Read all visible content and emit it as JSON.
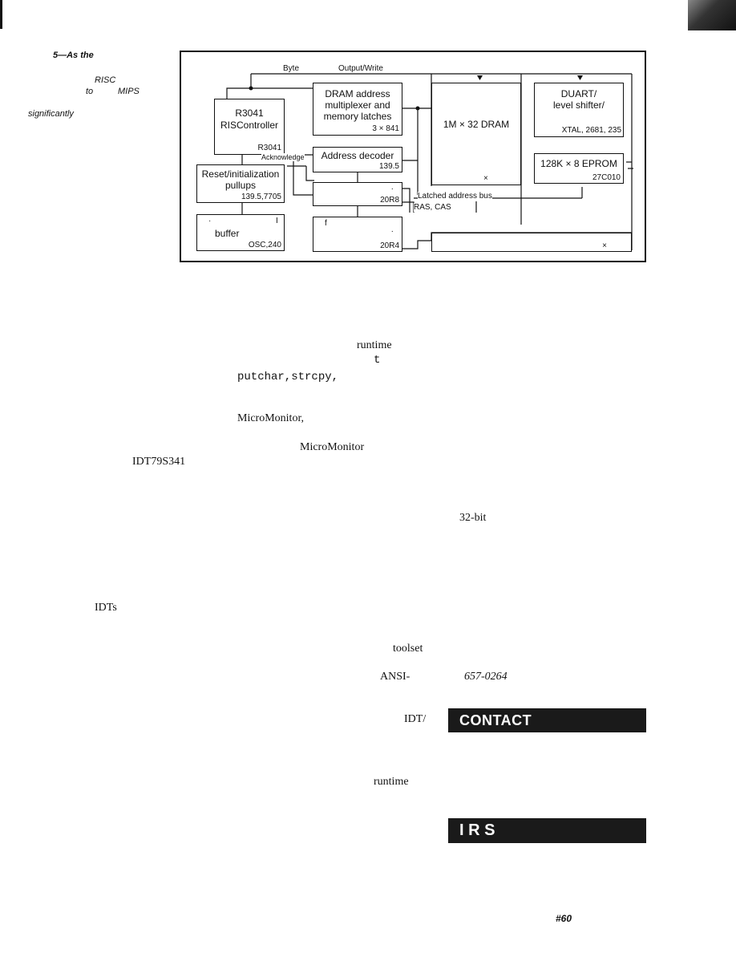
{
  "caption": {
    "line1": "5—As the",
    "line2": "RISC",
    "line3a": "to",
    "line3b": "MIPS",
    "line4": "significantly"
  },
  "diagram": {
    "top_labels": {
      "byte": "Byte",
      "output_write": "Output/Write"
    },
    "blocks": {
      "r3041": {
        "line1": "R3041",
        "line2": "RISController",
        "part": "R3041"
      },
      "dram_mux": {
        "line1": "DRAM address",
        "line2": "multiplexer and",
        "line3": "memory latches",
        "part": "3 × 841"
      },
      "dram": {
        "label": "1M × 32 DRAM",
        "part": "×"
      },
      "duart": {
        "line1": "DUART/",
        "line2": "level shifter/",
        "part": "XTAL, 2681, 235"
      },
      "addr_dec": {
        "label": "Address decoder",
        "part": "139.5"
      },
      "eprom": {
        "label": "128K × 8 EPROM",
        "part": "27C010"
      },
      "reset": {
        "line1": "Reset/initialization",
        "line2": "pullups",
        "part": "139.5,7705"
      },
      "pal1": {
        "part": "20R8",
        "mark": "·"
      },
      "pal2": {
        "part": "20R4",
        "mark": "·",
        "text": "f"
      },
      "buffer": {
        "label": "buffer",
        "part": "OSC,240",
        "mark1": "·",
        "mark2": "I"
      },
      "bottom_right": {
        "part": "×"
      }
    },
    "signals": {
      "acknowledge": "Acknowledge",
      "latched_bus": "Latched address bus",
      "ras_cas": "RAS, CAS"
    }
  },
  "body_fragments": {
    "runtime1": "runtime",
    "t": "t",
    "funcs": "putchar,strcpy,",
    "micromonitor1": "MicroMonitor,",
    "micromonitor2": "MicroMonitor",
    "idt79s341": "IDT79S341",
    "bit32": "32-bit",
    "idts": "IDTs",
    "toolset": "toolset",
    "ansi": "ANSI-",
    "phone": "657-0264",
    "idt_slash": "IDT/",
    "runtime2": "runtime"
  },
  "sections": {
    "contact": "CONTACT",
    "irs": "I R S"
  },
  "footer": {
    "page_ref": "#60"
  }
}
